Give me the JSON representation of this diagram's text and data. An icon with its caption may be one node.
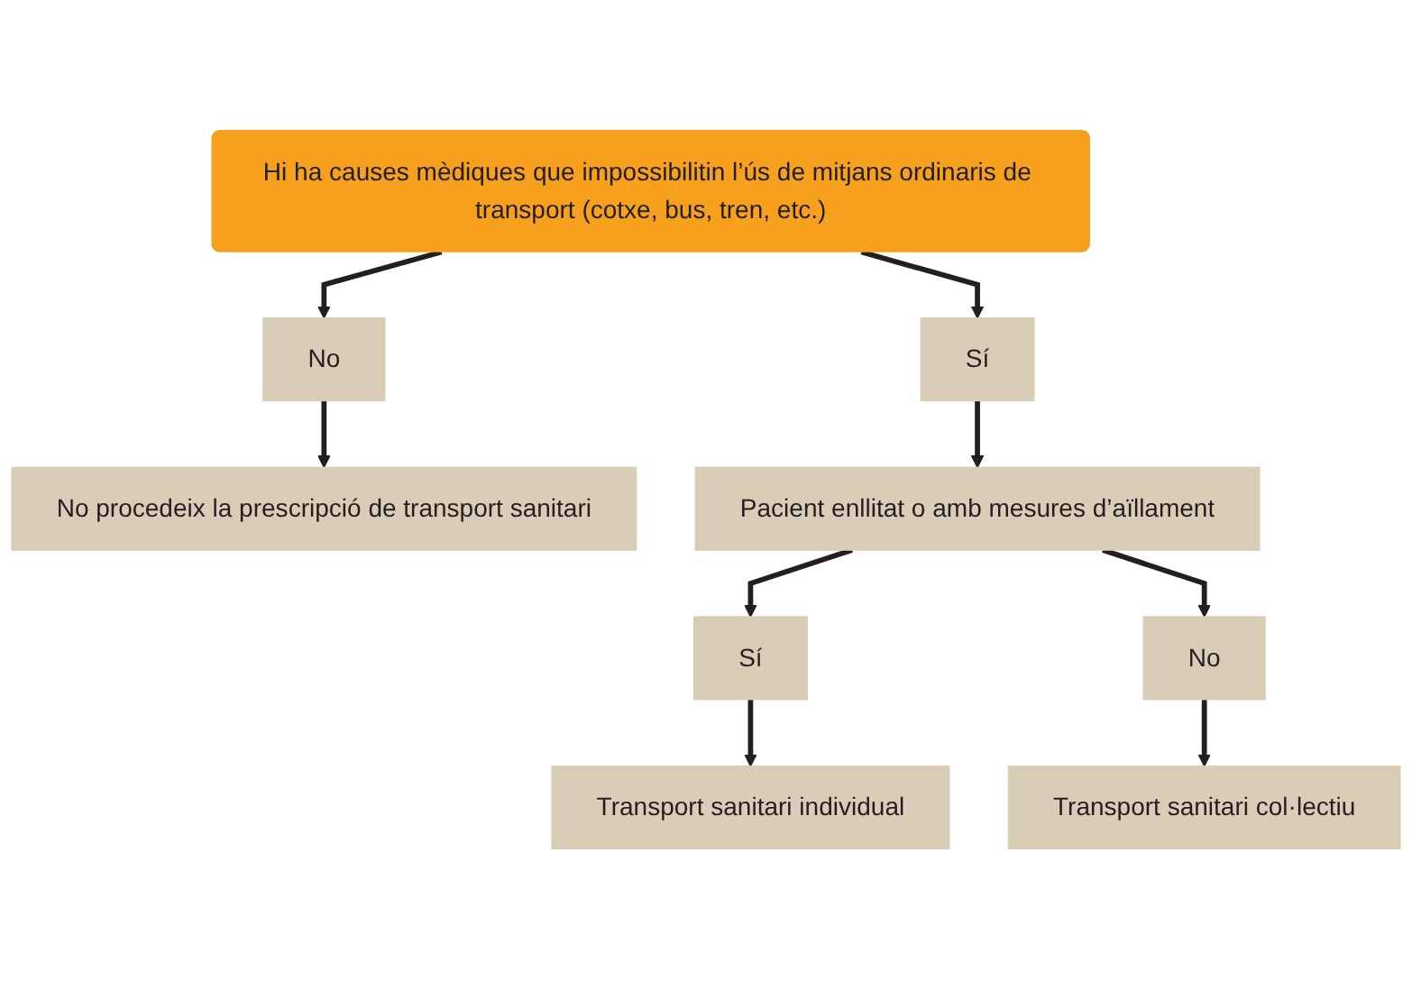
{
  "diagram": {
    "nodes": [
      {
        "text": [
          "Hi ha causes mèdiques que impossibilitin l’ús de mitjans ordinaris de transport (cotxe, bus, tren, etc.)"
        ]
      },
      {
        "text": [
          "No"
        ]
      },
      {
        "text": [
          "Sí"
        ]
      },
      {
        "text": [
          "No procedeix la prescripció de transport sanitari"
        ]
      },
      {
        "text": [
          "Pacient enllitat o amb mesures d’aïllament"
        ]
      },
      {
        "text": [
          "Sí"
        ]
      },
      {
        "text": [
          "No"
        ]
      },
      {
        "text": [
          "Transport sanitari individual"
        ]
      },
      {
        "text": [
          "Transport sanitari col·lectiu"
        ]
      }
    ],
    "edges": [
      {
        "from": 0,
        "to": 1,
        "arrow": "to"
      },
      {
        "from": 0,
        "to": 2,
        "arrow": "to"
      },
      {
        "from": 1,
        "to": 3,
        "arrow": "to"
      },
      {
        "from": 2,
        "to": 4,
        "arrow": "to"
      },
      {
        "from": 4,
        "to": 5,
        "arrow": "to"
      },
      {
        "from": 4,
        "to": 6,
        "arrow": "to"
      },
      {
        "from": 5,
        "to": 7,
        "arrow": "to"
      },
      {
        "from": 6,
        "to": 8,
        "arrow": "to"
      }
    ]
  }
}
